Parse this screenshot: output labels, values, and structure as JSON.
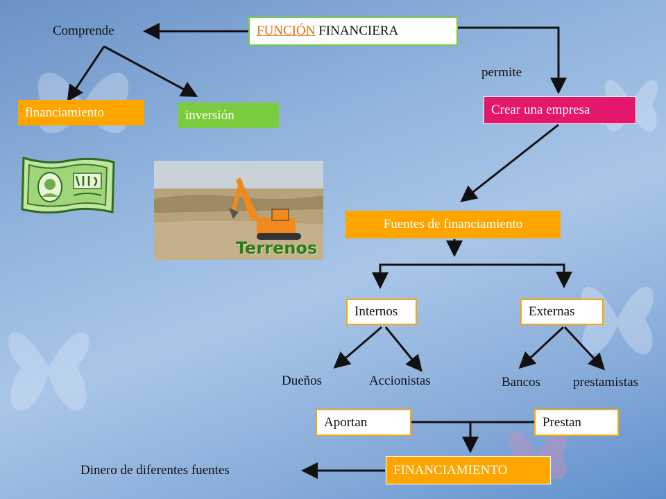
{
  "title": {
    "link": "FUNCIÓN",
    "rest": " FINANCIERA"
  },
  "comprende": "Comprende",
  "permite": "permite",
  "financiamiento": "financiamiento",
  "inversion": "inversión",
  "crear_empresa": "Crear una empresa",
  "fuentes": "Fuentes de financiamiento",
  "internos": "Internos",
  "externas": "Externas",
  "duenos": "Dueños",
  "accionistas": "Accionistas",
  "bancos": "Bancos",
  "prestamistas": "prestamistas",
  "aportan": "Aportan",
  "prestan": "Prestan",
  "financiamiento_caps": "FINANCIAMIENTO",
  "dinero": "Dinero de diferentes fuentes",
  "images": {
    "money": "dollar-bill-icon",
    "land": "excavator-land-photo",
    "land_caption": "Terrenos"
  },
  "colors": {
    "orange": "#ffa500",
    "green": "#7ccd3e",
    "pink": "#e3176b",
    "link": "#e86a00"
  }
}
